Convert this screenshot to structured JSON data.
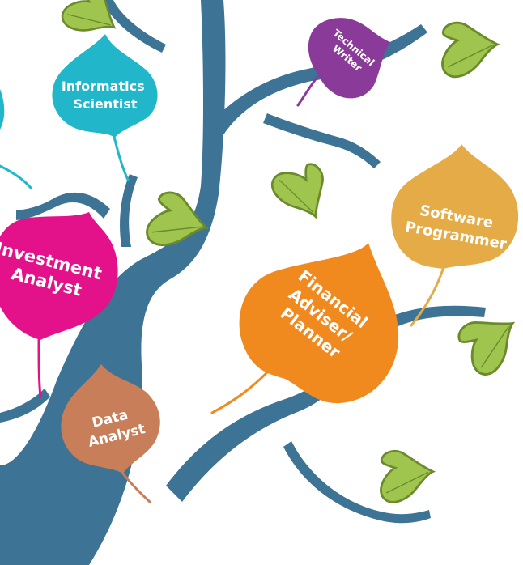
{
  "colors": {
    "branch": "#3d7394",
    "green_fill": "#9fc54e",
    "green_stroke": "#6a8a2b",
    "cyan": "#21b6c9",
    "pink": "#e3128a",
    "purple": "#8a3a98",
    "orange": "#f18a1e",
    "gold": "#e4ab47",
    "brown": "#c77e59"
  },
  "careers": [
    {
      "id": "informatics-scientist",
      "lines": [
        "Informatics",
        "Scientist"
      ]
    },
    {
      "id": "technical-writer",
      "lines": [
        "Technical",
        "Writer"
      ]
    },
    {
      "id": "investment-analyst",
      "lines": [
        "Investment",
        "Analyst"
      ]
    },
    {
      "id": "software-programmer",
      "lines": [
        "Software",
        "Programmer"
      ]
    },
    {
      "id": "financial-adviser-planner",
      "lines": [
        "Financial",
        "Adviser/",
        "Planner"
      ]
    },
    {
      "id": "data-analyst",
      "lines": [
        "Data",
        "Analyst"
      ]
    }
  ]
}
